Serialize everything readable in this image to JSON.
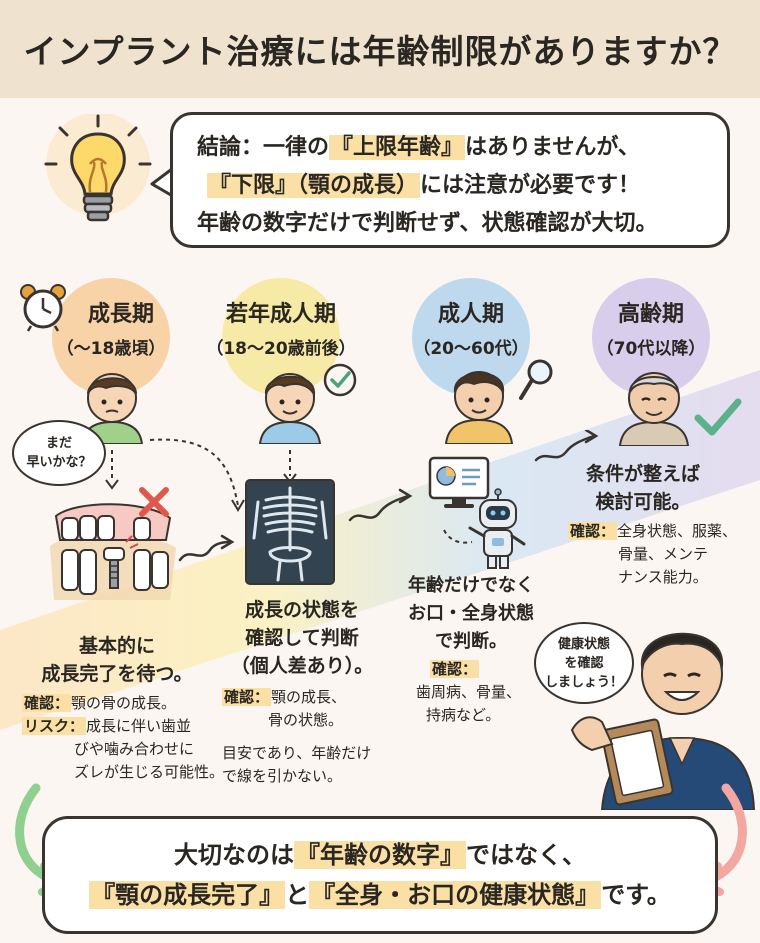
{
  "title": "インプラント治療には年齢制限がありますか？",
  "conclusion": {
    "l1_prefix": "結論：一律の",
    "l1_hl": "『上限年齢』",
    "l1_suffix": "はありませんが、",
    "l2_hl": "『下限』（顎の成長）",
    "l2_suffix": "には注意が必要です！",
    "l3": "年齢の数字だけで判断せず、状態確認が大切。"
  },
  "stages": [
    {
      "name": "成長期",
      "age": "（〜18歳頃）",
      "color": "#f8d3a8"
    },
    {
      "name": "若年成人期",
      "age": "（18〜20歳前後）",
      "color": "#f7eaa6"
    },
    {
      "name": "成人期",
      "age": "（20〜60代）",
      "color": "#bed8ee"
    },
    {
      "name": "高齢期",
      "age": "（70代以降）",
      "color": "#d8cdea"
    }
  ],
  "bubble_child": {
    "l1": "まだ",
    "l2": "早いかな？"
  },
  "bubble_doctor": {
    "l1": "健康状態",
    "l2": "を確認",
    "l3": "しましょう！"
  },
  "growth": {
    "t1": "基本的に",
    "t2": "成長完了を待つ。",
    "check_label": "確認：",
    "check": "顎の骨の成長。",
    "risk_label": "リスク：",
    "risk1": "成長に伴い歯並",
    "risk2": "びや噛み合わせに",
    "risk3": "ズレが生じる可能性。"
  },
  "young": {
    "t1": "成長の状態を",
    "t2": "確認して判断",
    "t3": "（個人差あり）。",
    "check_label": "確認：",
    "check1": "顎の成長、",
    "check2": "骨の状態。",
    "note1": "目安であり、年齢だけ",
    "note2": "で線を引かない。"
  },
  "adult": {
    "t1": "年齢だけでなく",
    "t2": "お口・全身状態",
    "t3": "で判断。",
    "check_label": "確認：",
    "check1": "歯周病、骨量、",
    "check2": "持病など。"
  },
  "elderly": {
    "t1": "条件が整えば",
    "t2": "検討可能。",
    "check_label": "確認：",
    "check1": "全身状態、服薬、",
    "check2": "骨量、メンテ",
    "check3": "ナンス能力。"
  },
  "footer": {
    "l1_prefix": "大切なのは",
    "l1_hl": "『年齢の数字』",
    "l1_suffix": "ではなく、",
    "l2_hl1": "『顎の成長完了』",
    "l2_mid": "と",
    "l2_hl2": "『全身・お口の健康状態』",
    "l2_suffix": "です。"
  }
}
